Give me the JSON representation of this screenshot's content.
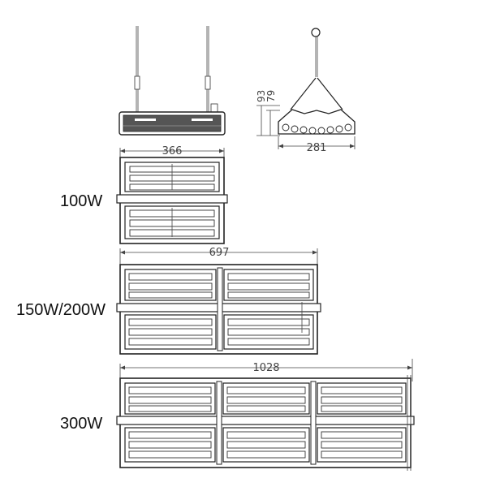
{
  "views": {
    "front": {
      "width_label": "366"
    },
    "side": {
      "height_outer_label": "93",
      "height_inner_label": "79",
      "width_label": "281"
    }
  },
  "variants": [
    {
      "label": "100W",
      "width_label": "366",
      "modules": 1
    },
    {
      "label": "150W/200W",
      "width_label": "697",
      "modules": 2
    },
    {
      "label": "300W",
      "width_label": "1028",
      "modules": 3
    }
  ]
}
